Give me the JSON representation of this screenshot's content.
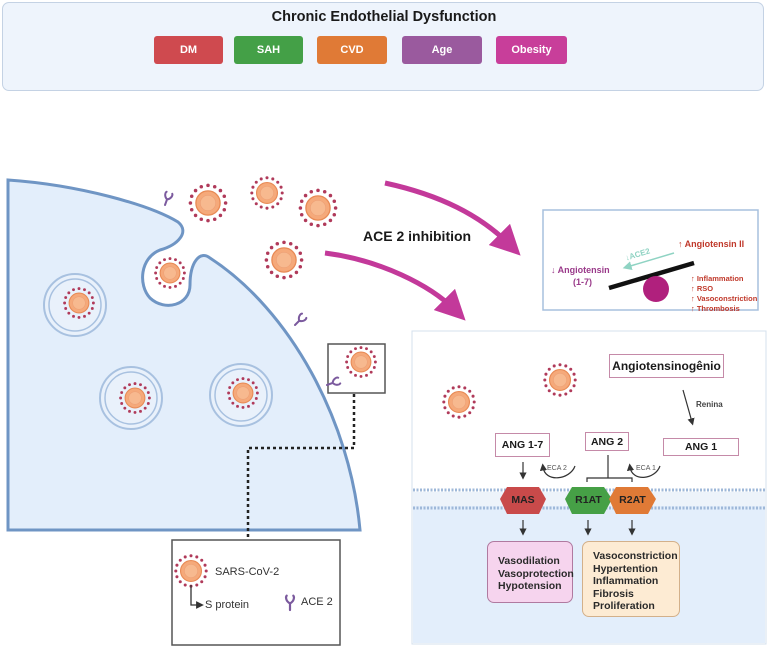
{
  "header": {
    "title": "Chronic Endothelial Dysfunction",
    "factors": [
      {
        "label": "DM",
        "color": "#cf4a4f"
      },
      {
        "label": "SAH",
        "color": "#44a047"
      },
      {
        "label": "CVD",
        "color": "#e07a36"
      },
      {
        "label": "Age",
        "color": "#9a5a9e"
      },
      {
        "label": "Obesity",
        "color": "#c83e9a"
      }
    ]
  },
  "arrows": {
    "ace2_inhibition_label": "ACE 2 inhibition",
    "color": "#c3399a"
  },
  "balance_panel": {
    "ace2_label": "ACE2",
    "angiotensin_1_7_label": "Angiotensin",
    "angiotensin_1_7_sub": "(1-7)",
    "angiotensin_2_label": "Angiotensin II",
    "effects": [
      "Inflammation",
      "RSO",
      "Vasoconstriction",
      "Thrombosis"
    ],
    "arrow_up": "↑",
    "arrow_down": "↓"
  },
  "pathway_panel": {
    "angiotensinogen": "Angiotensinogênio",
    "renina": "Renina",
    "ang_1_7": "ANG 1-7",
    "ang_2": "ANG 2",
    "ang_1": "ANG 1",
    "eca2": "ECA 2",
    "eca1": "ECA 1",
    "receptors": [
      {
        "label": "MAS",
        "color": "#c94a4a"
      },
      {
        "label": "R1AT",
        "color": "#46a046"
      },
      {
        "label": "R2AT",
        "color": "#e07a36"
      }
    ],
    "mas_effects": [
      "Vasodilation",
      "Vasoprotection",
      "Hypotension"
    ],
    "at_effects": [
      "Vasoconstriction",
      "Hypertention",
      "Inflammation",
      "Fibrosis",
      "Proliferation"
    ]
  },
  "legend": {
    "virus_label": "SARS-CoV-2",
    "spike_label": "S protein",
    "receptor_label": "ACE 2"
  }
}
